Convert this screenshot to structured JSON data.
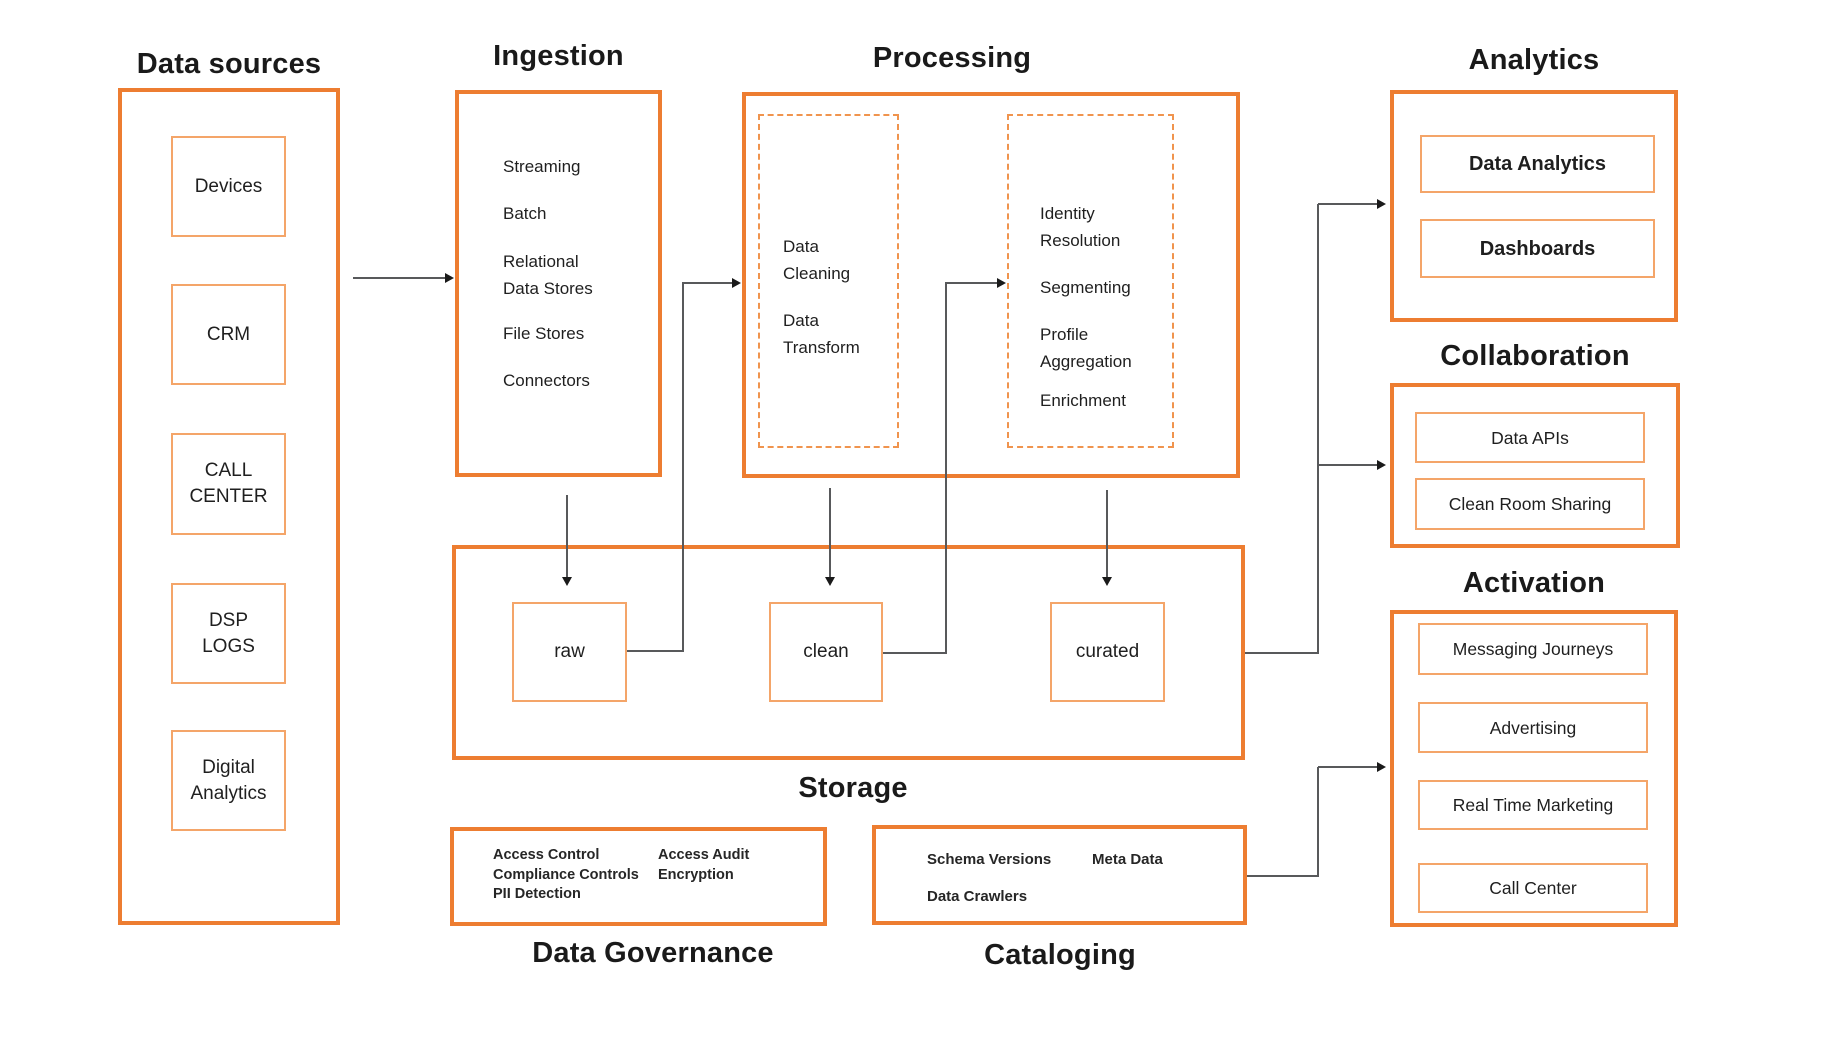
{
  "colors": {
    "panel_border": "#ED7D31",
    "inner_border": "#F4A569",
    "dashed_border": "#F0944E",
    "connector": "#58595B",
    "text": "#1f1f1f"
  },
  "data_sources": {
    "title": "Data sources",
    "items": [
      "Devices",
      "CRM",
      "CALL\nCENTER",
      "DSP\nLOGS",
      "Digital\nAnalytics"
    ]
  },
  "ingestion": {
    "title": "Ingestion",
    "items": [
      "Streaming",
      "Batch",
      "Relational\nData Stores",
      "File Stores",
      "Connectors"
    ]
  },
  "processing": {
    "title": "Processing",
    "cleaning_group": [
      "Data\nCleaning",
      "Data\nTransform"
    ],
    "identity_group": [
      "Identity\nResolution",
      "Segmenting",
      "Profile\nAggregation",
      "Enrichment"
    ]
  },
  "storage": {
    "title": "Storage",
    "zones": [
      "raw",
      "clean",
      "curated"
    ]
  },
  "governance": {
    "title": "Data Governance",
    "left_items": "Access Control\nCompliance Controls\nPII Detection",
    "right_items": "Access Audit\nEncryption"
  },
  "cataloging": {
    "title": "Cataloging",
    "items": [
      "Schema Versions",
      "Meta Data",
      "Data Crawlers"
    ]
  },
  "analytics": {
    "title": "Analytics",
    "items": [
      "Data Analytics",
      "Dashboards"
    ]
  },
  "collaboration": {
    "title": "Collaboration",
    "items": [
      "Data APIs",
      "Clean Room Sharing"
    ]
  },
  "activation": {
    "title": "Activation",
    "items": [
      "Messaging Journeys",
      "Advertising",
      "Real Time Marketing",
      "Call Center"
    ]
  }
}
